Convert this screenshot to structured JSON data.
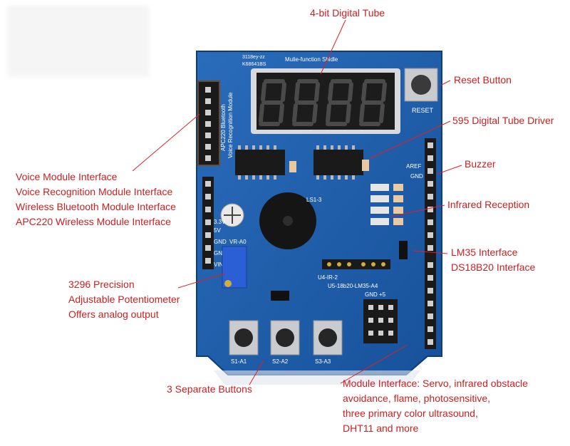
{
  "annotations": {
    "digital_tube": "4-bit Digital Tube",
    "reset_button": "Reset Button",
    "tube_driver": "595 Digital Tube Driver",
    "buzzer": "Buzzer",
    "voice_module": [
      "Voice Module Interface",
      "Voice Recognition Module Interface",
      "Wireless Bluetooth Module Interface",
      "APC220 Wireless Module Interface"
    ],
    "infrared": "Infrared Reception",
    "lm35": [
      "LM35 Interface",
      "DS18B20 Interface"
    ],
    "potentiometer": [
      "3296 Precision",
      "Adjustable Potentiometer",
      "Offers analog output"
    ],
    "buttons": "3 Separate Buttons",
    "module_interface": [
      "Module Interface: Servo, infrared obstacle",
      "avoidance, flame, photosensitive,",
      "three primary color ultrasound,",
      "DHT11 and more"
    ]
  },
  "board": {
    "model_code": "3118ey-zz",
    "model_sub": "K68641BS",
    "title": "Mulie-function Shidle",
    "reset_label": "RESET",
    "bt_label": "APC220 Bluetooth",
    "voice_label": "Voice Recognition Module",
    "pin_33v": "3.3V",
    "pin_5v": "5V",
    "pin_gnd": "GND",
    "pin_gnd2": "GND",
    "pin_vin": "VIN",
    "aref": "AREF",
    "gnd_r": "GND",
    "vr_label": "VR-A0",
    "ls_label": "LS1-3",
    "u4_label": "U4-IR-2",
    "u5_label": "U5-18b20-LM35-A4",
    "gnd5_label": "GND +5",
    "s1": "S1-A1",
    "s2": "S2-A2",
    "s3": "S3-A3",
    "colors": {
      "pcb": "#1f5fa8",
      "led": "#2e2e2e",
      "label": "#cc1f1f"
    }
  }
}
